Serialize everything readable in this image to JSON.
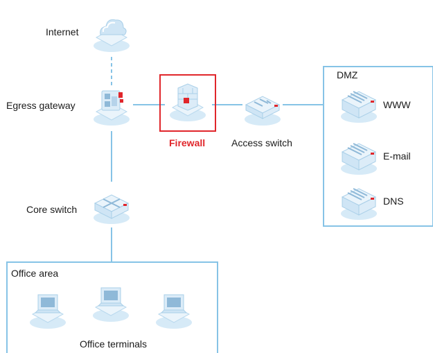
{
  "nodes": {
    "internet": {
      "label": "Internet",
      "icon": "cloud-icon"
    },
    "egress_gateway": {
      "label": "Egress gateway",
      "icon": "router-icon"
    },
    "firewall": {
      "label": "Firewall",
      "icon": "firewall-icon",
      "highlight_color": "#e0262b"
    },
    "access_switch": {
      "label": "Access switch",
      "icon": "switch-icon"
    },
    "core_switch": {
      "label": "Core switch",
      "icon": "core-switch-icon"
    },
    "www": {
      "label": "WWW",
      "icon": "server-icon"
    },
    "email": {
      "label": "E-mail",
      "icon": "server-icon"
    },
    "dns": {
      "label": "DNS",
      "icon": "server-icon"
    },
    "office_terminals": {
      "label": "Office terminals",
      "icon": "laptop-icon"
    }
  },
  "zones": {
    "dmz": {
      "label": "DMZ"
    },
    "office": {
      "label": "Office area"
    }
  },
  "colors": {
    "link": "#86c3e6",
    "zone_border": "#86c3e6",
    "highlight": "#e0262b",
    "device_face": "#eaf4fb",
    "device_edge": "#b9d9ee"
  }
}
